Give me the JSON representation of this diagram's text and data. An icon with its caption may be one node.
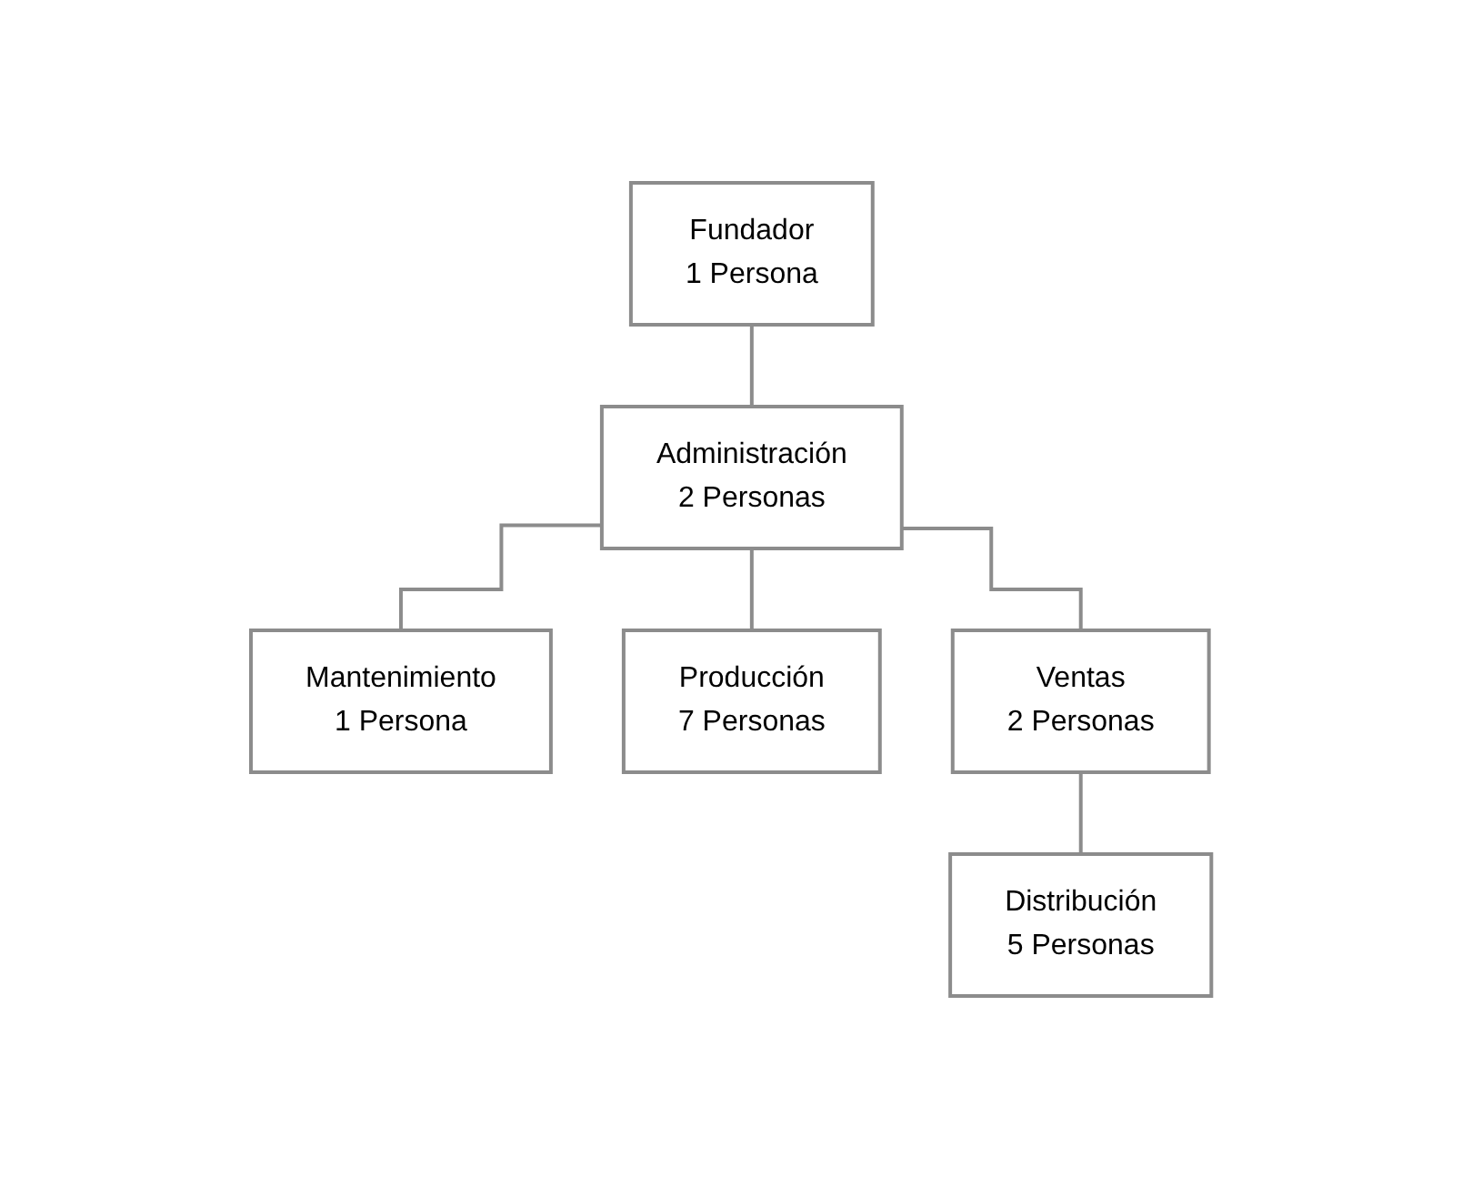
{
  "diagram": {
    "nodes": [
      {
        "text": [
          "Fundador",
          "1 Persona"
        ]
      },
      {
        "text": [
          "Administración",
          "2 Personas"
        ]
      },
      {
        "text": [
          "Mantenimiento",
          "1 Persona"
        ]
      },
      {
        "text": [
          "Producción",
          "7 Personas"
        ]
      },
      {
        "text": [
          "Ventas",
          "2 Personas"
        ]
      },
      {
        "text": [
          "Distribución",
          "5 Personas"
        ]
      }
    ],
    "edges": [
      {
        "from": 0,
        "to": 1,
        "arrow": "none"
      },
      {
        "from": 1,
        "to": 2,
        "arrow": "none"
      },
      {
        "from": 1,
        "to": 3,
        "arrow": "none"
      },
      {
        "from": 1,
        "to": 4,
        "arrow": "none"
      },
      {
        "from": 4,
        "to": 5,
        "arrow": "none"
      }
    ]
  }
}
